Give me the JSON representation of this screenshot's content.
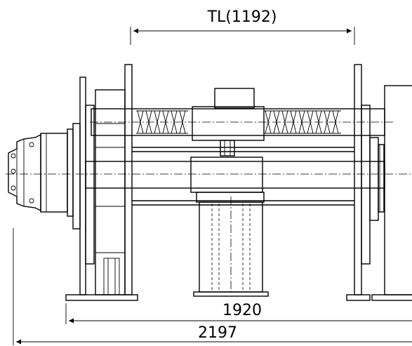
{
  "dimensions": {
    "top_dimension": "TL(1192)",
    "inner_width": "1920",
    "overall_width": "2197"
  }
}
